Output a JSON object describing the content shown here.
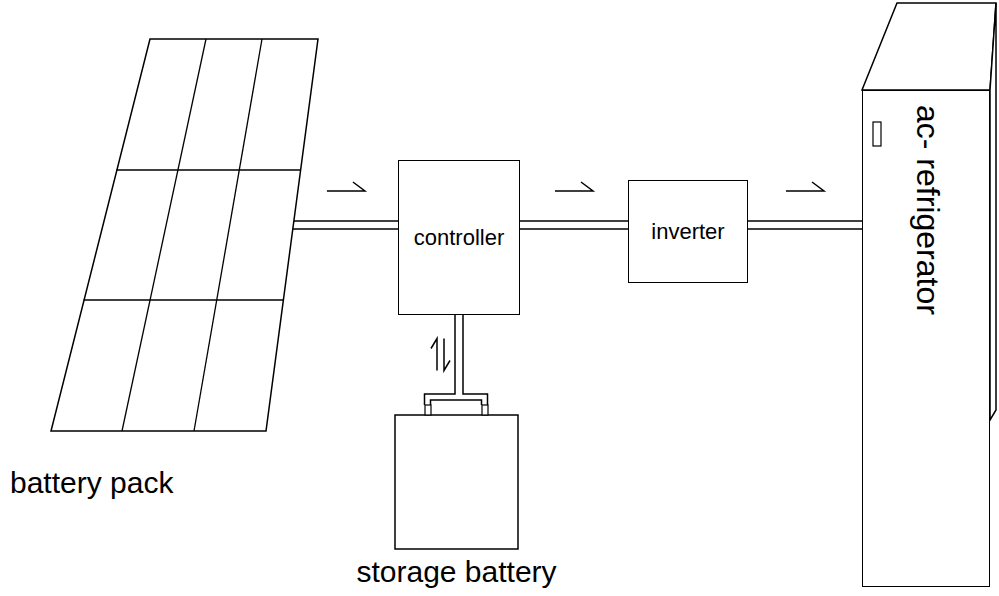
{
  "diagram": {
    "nodes": [
      {
        "text": [
          "battery pack"
        ]
      },
      {
        "text": [
          "controller"
        ]
      },
      {
        "text": [
          "inverter"
        ]
      },
      {
        "text": [
          "ac- refrigerator"
        ]
      },
      {
        "text": [
          "storage battery"
        ]
      }
    ],
    "edges": [
      {
        "from": 0,
        "to": 1,
        "arrow": "to"
      },
      {
        "from": 1,
        "to": 2,
        "arrow": "to"
      },
      {
        "from": 2,
        "to": 3,
        "arrow": "to"
      },
      {
        "from": 1,
        "to": 4,
        "arrow": "both"
      }
    ]
  }
}
